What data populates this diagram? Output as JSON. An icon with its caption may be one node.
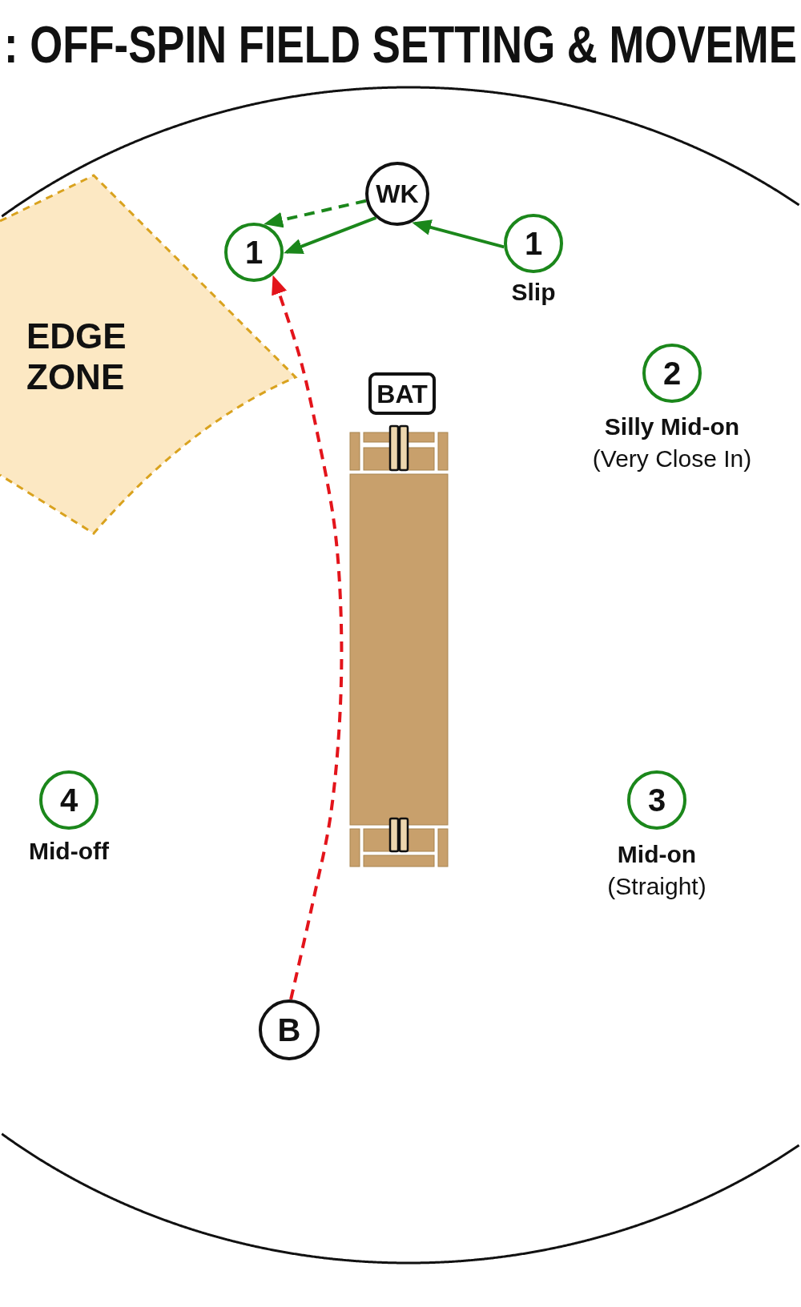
{
  "diagram": {
    "title": ": OFF-SPIN FIELD SETTING & MOVEME",
    "nodes": [
      {
        "text": [
          "WK"
        ]
      },
      {
        "text": [
          "1"
        ]
      },
      {
        "text": [
          "1"
        ],
        "beside": [
          "Slip"
        ]
      },
      {
        "text": [
          "EDGE ZONE"
        ]
      },
      {
        "text": [
          "BAT"
        ]
      },
      {
        "text": [
          "2"
        ],
        "beside": [
          "Silly Mid-on",
          "(Very Close In)"
        ]
      },
      {
        "text": [
          "4"
        ],
        "beside": [
          "Mid-off"
        ]
      },
      {
        "text": [
          "3"
        ],
        "beside": [
          "Mid-on",
          "(Straight)"
        ]
      },
      {
        "text": [
          "B"
        ]
      }
    ],
    "edges": [
      {
        "from": 0,
        "to": 1,
        "arrow": "to",
        "style": "dashed"
      },
      {
        "from": 0,
        "to": 1,
        "arrow": "to"
      },
      {
        "from": 2,
        "to": 0,
        "arrow": "to"
      },
      {
        "from": 8,
        "to": 1,
        "arrow": "to",
        "style": "dashed",
        "color": "#e3141b"
      }
    ]
  }
}
